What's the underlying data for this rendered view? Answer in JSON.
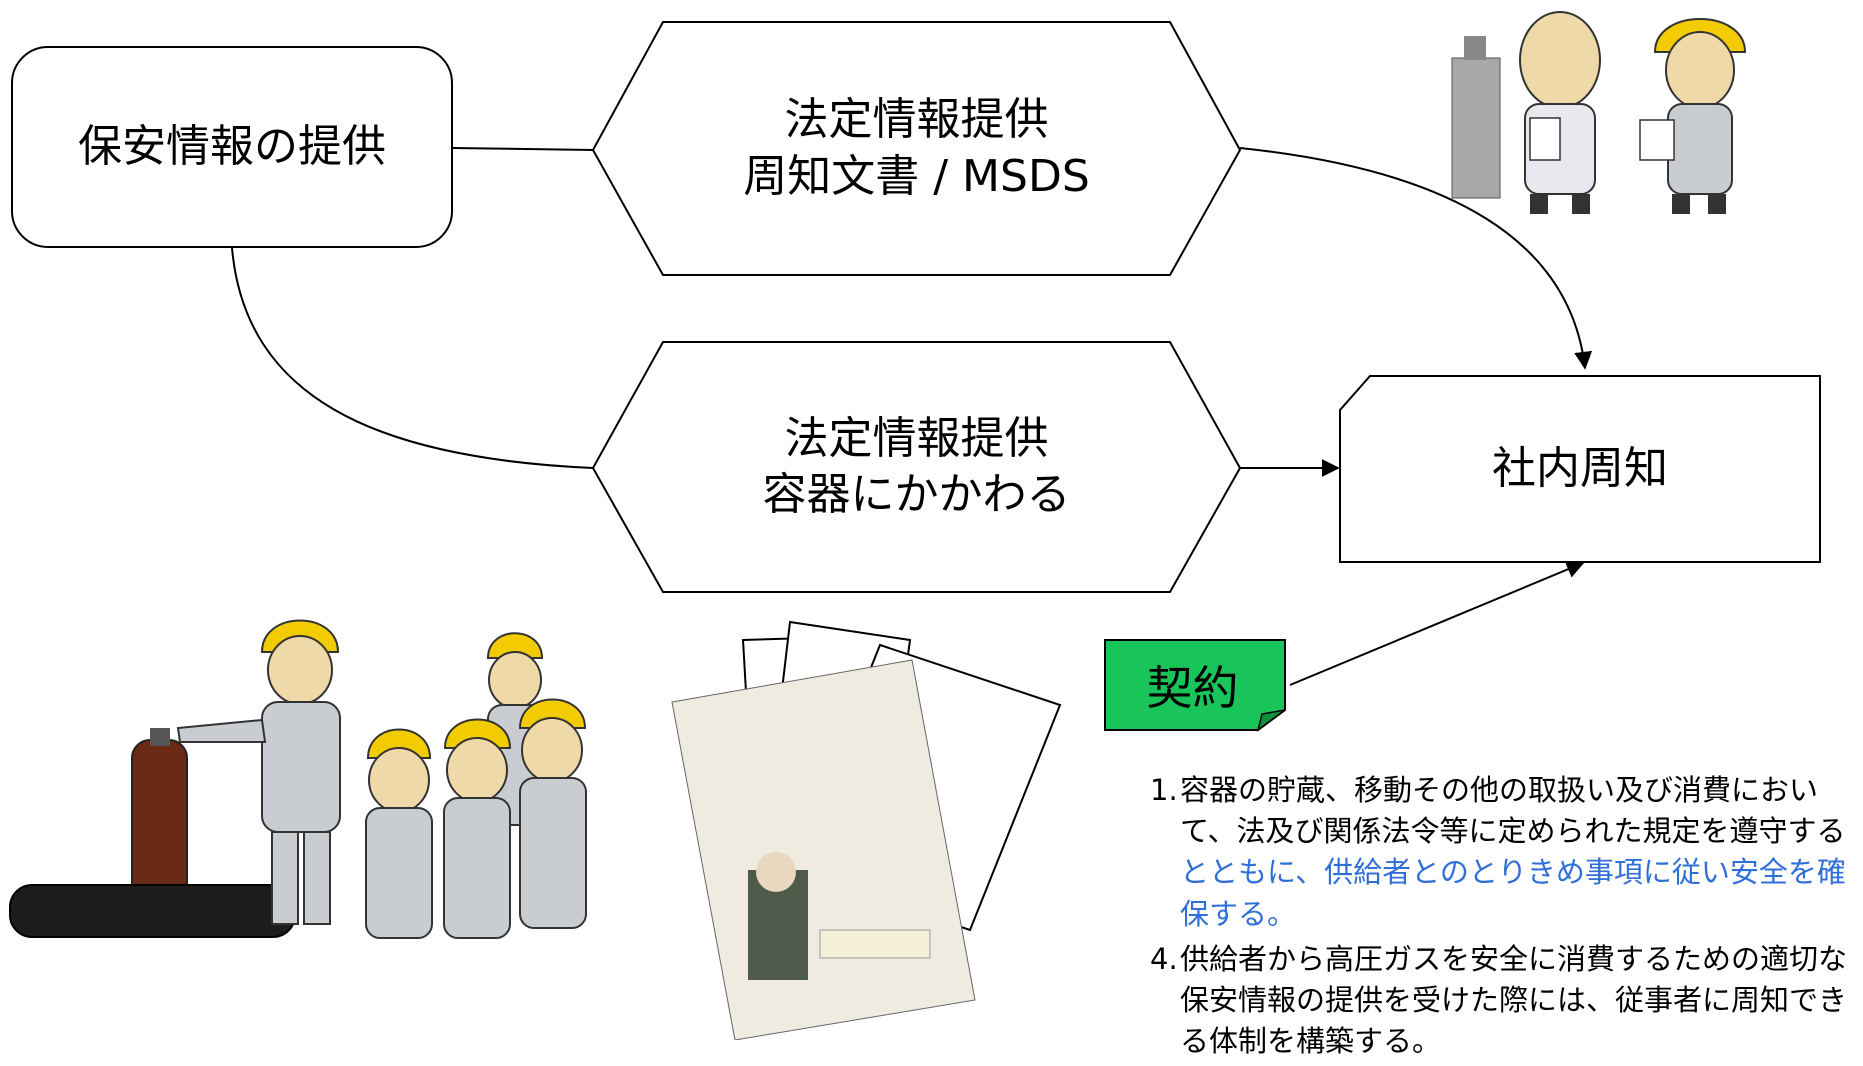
{
  "nodes": {
    "source": {
      "label": "保安情報の提供"
    },
    "msds": {
      "line1": "法定情報提供",
      "line2": "周知文書 / MSDS"
    },
    "container": {
      "line1": "法定情報提供",
      "line2": "容器にかかわる"
    },
    "internal": {
      "label": "社内周知"
    },
    "contract": {
      "label": "契約"
    }
  },
  "notes": [
    {
      "num": "1.",
      "text": "容器の貯蔵、移動その他の取扱い及び消費において、法及び関係法令等に定められた規定を遵守する",
      "highlight": "とともに、供給者とのとりきめ事項に従い安全を確保する。"
    },
    {
      "num": "4.",
      "text": "供給者から高圧ガスを安全に消費するための適切な保安情報の提供を受けた際には、従事者に周知できる体制を構築する。",
      "highlight": ""
    }
  ],
  "colors": {
    "contract_fill": "#19c45a",
    "note_highlight": "#2f6fd8",
    "helmet": "#f2cc00",
    "uniform": "#c9ccd0",
    "cylinder_brown": "#6b2a16",
    "cylinder_black": "#1c1c1c",
    "cylinder_grey": "#a9a9a9",
    "document_cover": "#f0ebe0"
  },
  "illustrations": [
    "engineers-with-cylinder-clipart",
    "workers-briefing-clipart",
    "safety-document-stack-clipart"
  ]
}
